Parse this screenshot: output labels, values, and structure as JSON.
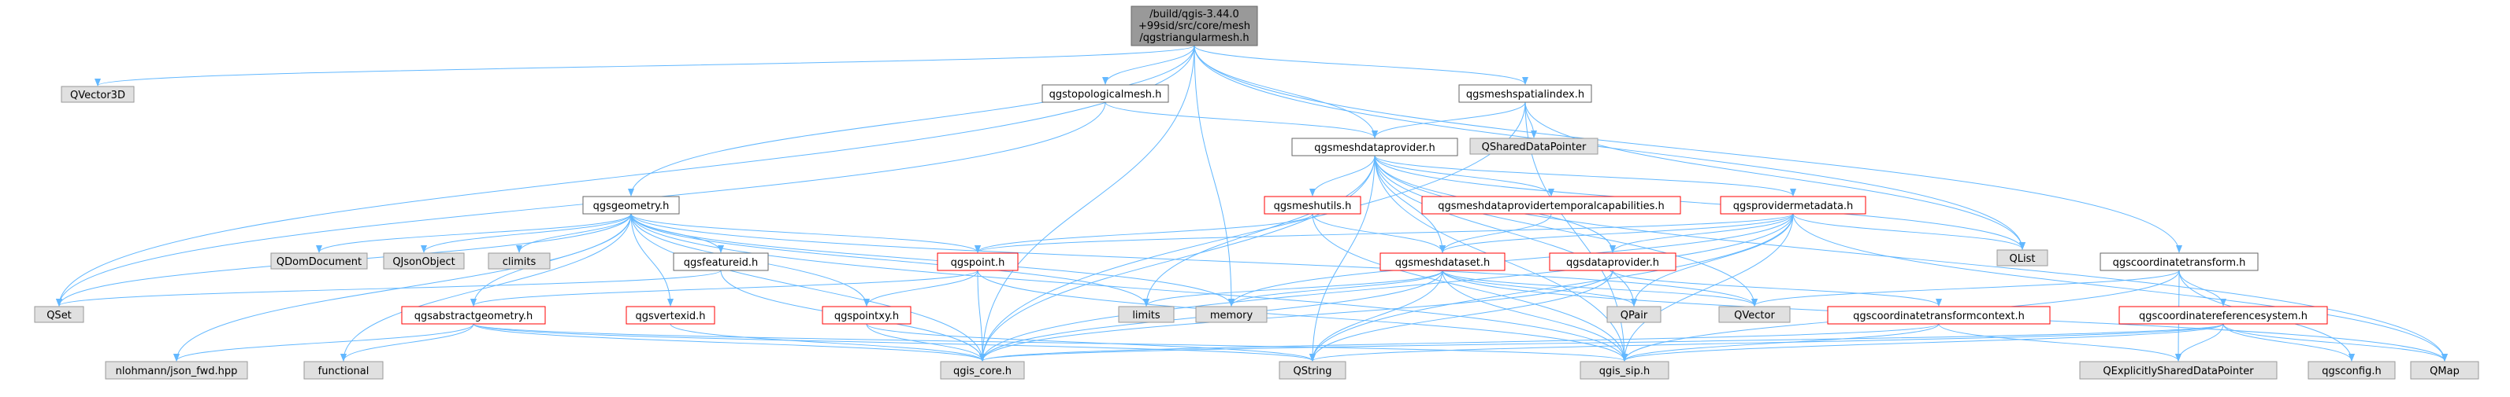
{
  "graph": {
    "root": {
      "lines": [
        "/build/qgis-3.44.0",
        "+99sid/src/core/mesh",
        "/qgstriangularmesh.h"
      ]
    },
    "colors": {
      "root_fill": "#999999",
      "header_fill": "#ffffff",
      "header_border": "#666666",
      "missing_header_border": "#ff0000",
      "external_fill": "#e0e0e0",
      "external_border": "#999999",
      "edge": "#63b8ff"
    },
    "nodes": {
      "qvector3d": "QVector3D",
      "qgstopologicalmesh": "qgstopologicalmesh.h",
      "qgsmeshspatialindex": "qgsmeshspatialindex.h",
      "qshareddatapointer": "QSharedDataPointer",
      "qgsmeshdataprovider": "qgsmeshdataprovider.h",
      "qgsgeometry": "qgsgeometry.h",
      "qgsmeshutils": "qgsmeshutils.h",
      "qgsmeshtemporal": "qgsmeshdataprovidertemporalcapabilities.h",
      "qgsprovidermetadata": "qgsprovidermetadata.h",
      "qlist": "QList",
      "qgscoordinatetransform": "qgscoordinatetransform.h",
      "qdomdocument": "QDomDocument",
      "qjsonobject": "QJsonObject",
      "climits": "climits",
      "qgsfeatureid": "qgsfeatureid.h",
      "qgspoint": "qgspoint.h",
      "qgsmeshdataset": "qgsmeshdataset.h",
      "qgsdataprovider": "qgsdataprovider.h",
      "qset": "QSet",
      "limits": "limits",
      "memory": "memory",
      "qpair": "QPair",
      "qvector": "QVector",
      "qgscoordinatereferencesystem": "qgscoordinatereferencesystem.h",
      "qgsabstractgeometry": "qgsabstractgeometry.h",
      "qgsvertexid": "qgsvertexid.h",
      "qgspointxy": "qgspointxy.h",
      "qgscoordinatetransformcontext": "qgscoordinatetransformcontext.h",
      "nlohmann": "nlohmann/json_fwd.hpp",
      "functional": "functional",
      "qgis_core": "qgis_core.h",
      "qstring": "QString",
      "qgis_sip": "qgis_sip.h",
      "qexplicitly": "QExplicitlySharedDataPointer",
      "qgsconfig": "qgsconfig.h",
      "qmap": "QMap"
    }
  }
}
